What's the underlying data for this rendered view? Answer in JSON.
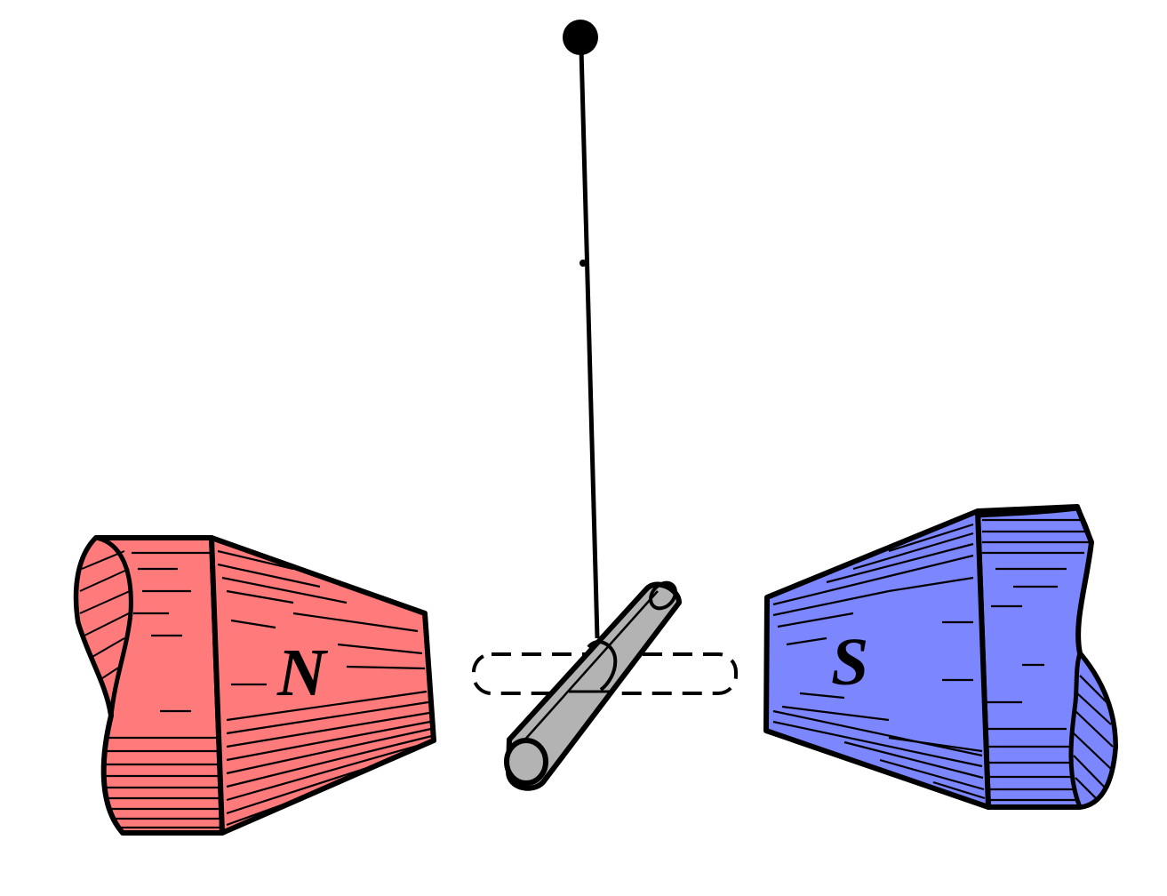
{
  "diagram": {
    "north_pole": {
      "label": "N",
      "color": "#ff7b7b"
    },
    "south_pole": {
      "label": "S",
      "color": "#7b86ff"
    },
    "rod": {
      "color": "#b3b3b3",
      "rest_outline_style": "dashed"
    },
    "suspension": {
      "type": "thread-with-pivot-bead"
    }
  }
}
